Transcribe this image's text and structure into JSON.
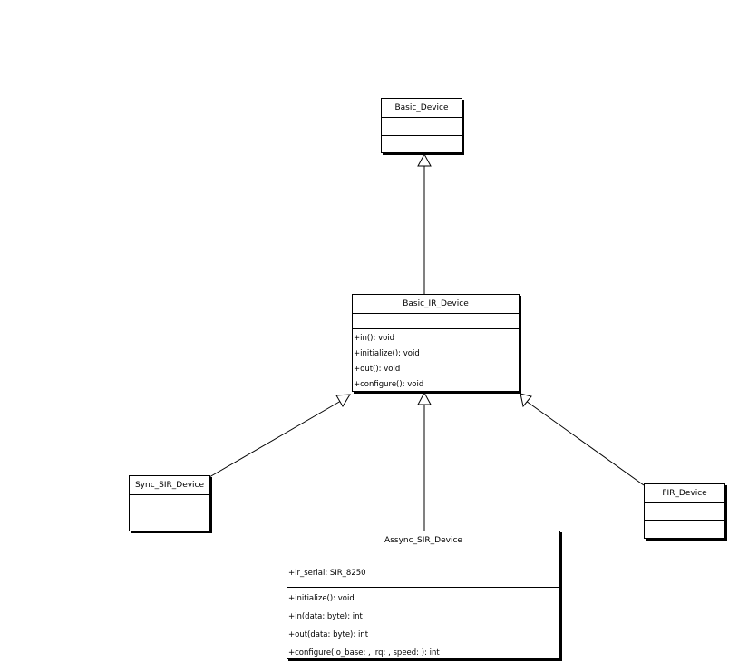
{
  "classes": {
    "basic_device": {
      "name": "Basic_Device",
      "attributes": [],
      "operations": []
    },
    "basic_ir_device": {
      "name": "Basic_IR_Device",
      "attributes": [],
      "operations": [
        "+in(): void",
        "+initialize(): void",
        "+out(): void",
        "+configure(): void"
      ]
    },
    "sync_sir_device": {
      "name": "Sync_SIR_Device",
      "attributes": [],
      "operations": []
    },
    "assync_sir_device": {
      "name": "Assync_SIR_Device",
      "attributes": [
        "+ir_serial: SIR_8250"
      ],
      "operations": [
        "+initialize(): void",
        "+in(data: byte): int",
        "+out(data: byte): int",
        "+configure(io_base: , irq: , speed: ): int"
      ]
    },
    "fir_device": {
      "name": "FIR_Device",
      "attributes": [],
      "operations": []
    }
  },
  "relations": [
    {
      "type": "generalization",
      "from": "Basic_IR_Device",
      "to": "Basic_Device"
    },
    {
      "type": "generalization",
      "from": "Sync_SIR_Device",
      "to": "Basic_IR_Device"
    },
    {
      "type": "generalization",
      "from": "Assync_SIR_Device",
      "to": "Basic_IR_Device"
    },
    {
      "type": "generalization",
      "from": "FIR_Device",
      "to": "Basic_IR_Device"
    }
  ]
}
